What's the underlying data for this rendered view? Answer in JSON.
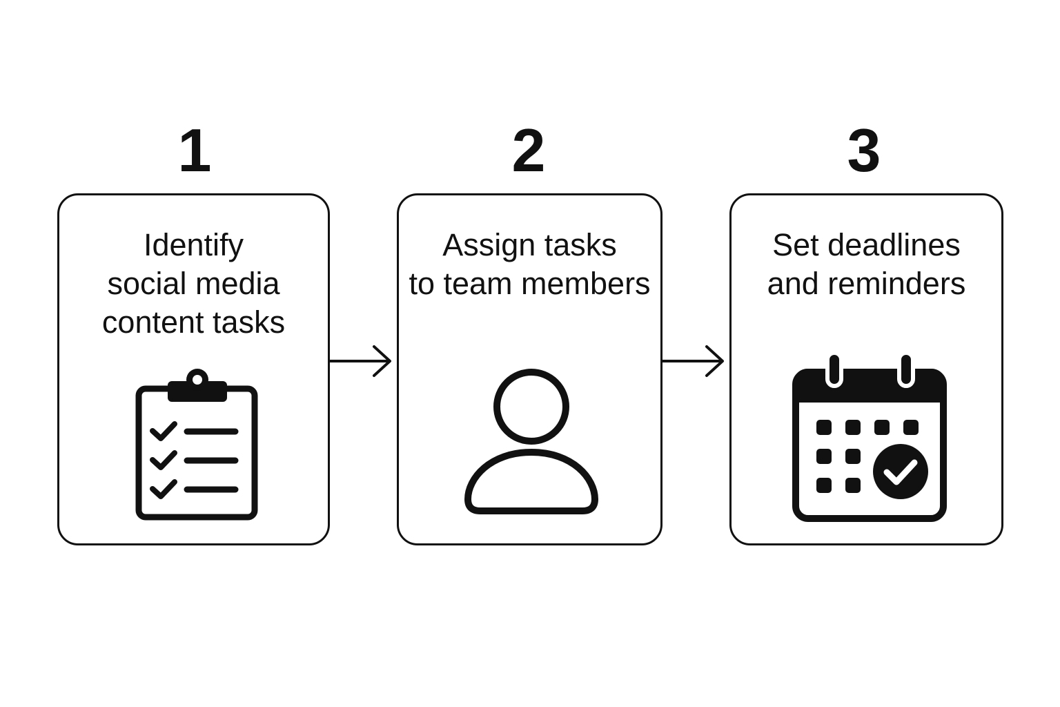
{
  "steps": [
    {
      "number": "1",
      "lines": [
        "Identify",
        "social media",
        "content tasks"
      ],
      "icon": "clipboard-checklist-icon"
    },
    {
      "number": "2",
      "lines": [
        "Assign tasks",
        "to team members"
      ],
      "icon": "person-icon"
    },
    {
      "number": "3",
      "lines": [
        "Set deadlines",
        "and reminders"
      ],
      "icon": "calendar-check-icon"
    }
  ],
  "connectors": [
    "arrow-right-icon",
    "arrow-right-icon"
  ],
  "colors": {
    "stroke": "#111111",
    "background": "#ffffff"
  }
}
